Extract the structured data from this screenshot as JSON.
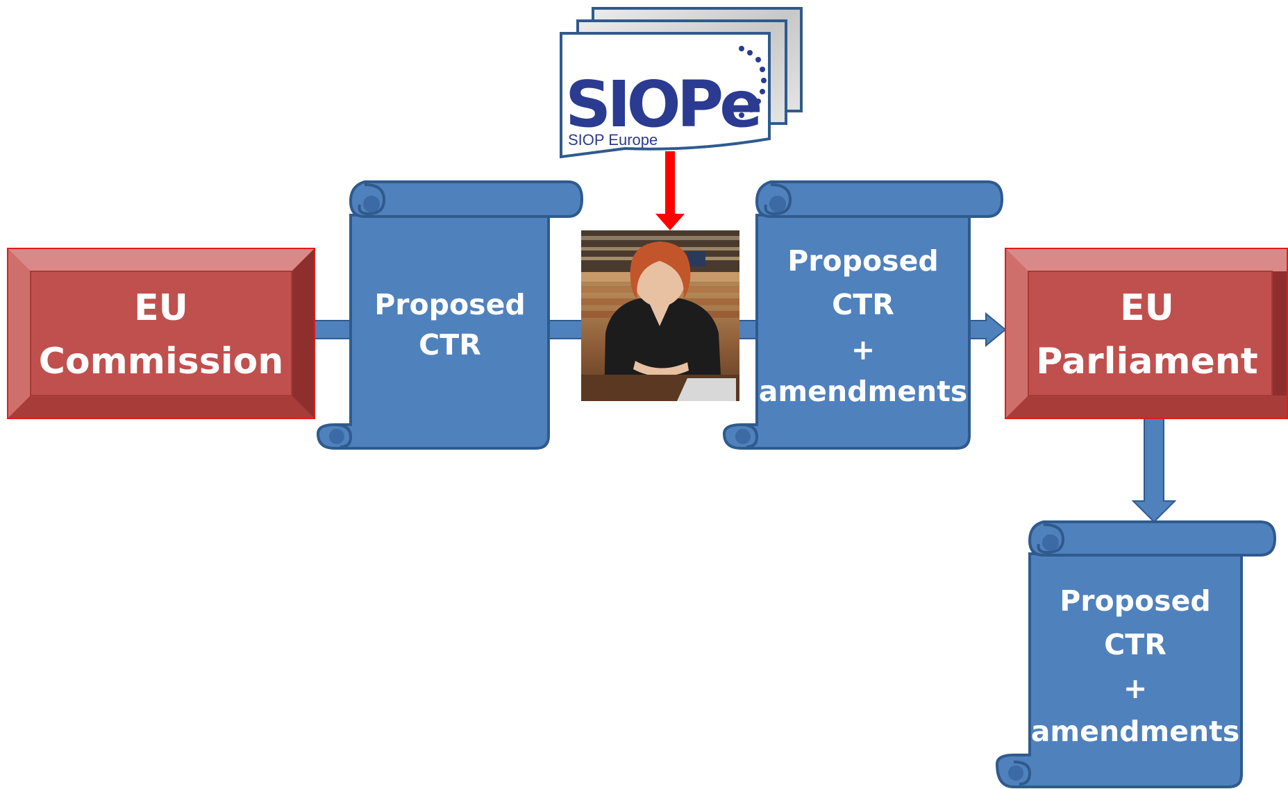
{
  "colors": {
    "box_red": "#c0504d",
    "box_red_light": "#d98a88",
    "box_red_dark": "#8f2f2d",
    "box_red_border": "#e01b1b",
    "scroll_blue": "#4f81bd",
    "scroll_blue_dark": "#3b6aa5",
    "scroll_border": "#2f5a8e",
    "connector_blue": "#4f81bd",
    "highlight_arrow": "#ff0000",
    "logo_navy": "#2b3b91"
  },
  "nodes": {
    "commission": {
      "line1": "EU",
      "line2": "Commission"
    },
    "parliament": {
      "line1": "EU",
      "line2": "Parliament"
    },
    "scroll_proposed": {
      "line1": "Proposed",
      "line2": "CTR"
    },
    "scroll_amended": {
      "line1": "Proposed",
      "line2": "CTR",
      "line3": "+",
      "line4": "amendments"
    },
    "scroll_amended_final": {
      "line1": "Proposed",
      "line2": "CTR",
      "line3": "+",
      "line4": "amendments"
    }
  },
  "logo": {
    "main_text": "SIOPe",
    "sub_text": "SIOP Europe",
    "icon": "siope-logo-icon"
  },
  "photo": {
    "icon": "person-photo-icon"
  }
}
